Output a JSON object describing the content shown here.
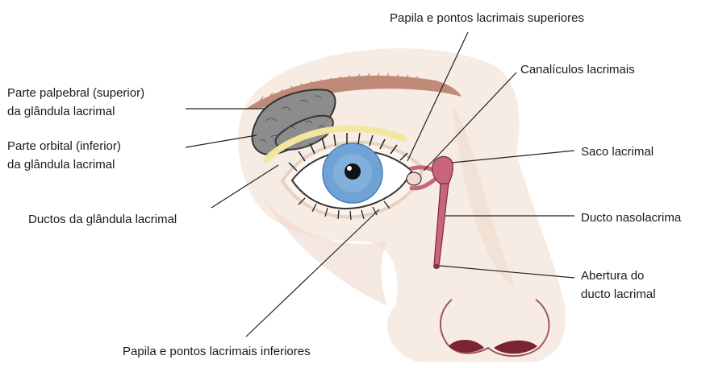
{
  "labels": {
    "papila_superior": "Papila e pontos lacrimais superiores",
    "canaliculos": "Canalículos lacrimais",
    "parte_palpebral_1": "Parte palpebral (superior)",
    "parte_palpebral_2": "da glândula lacrimal",
    "parte_orbital_1": "Parte orbital (inferior)",
    "parte_orbital_2": "da glândula lacrimal",
    "saco_lacrimal": "Saco lacrimal",
    "ductos_glandula": "Ductos da glândula lacrimal",
    "ducto_nasolacrimal": "Ducto nasolacrima",
    "abertura_1": "Abertura do",
    "abertura_2": "ducto lacrimal",
    "papila_inferior": "Papila e pontos lacrimais inferiores"
  },
  "colors": {
    "skin": "#f7ece3",
    "skin_shadow": "#eed9cb",
    "brow": "#c08a78",
    "gland": "#8c8c8c",
    "iris": "#6fa3d6",
    "pupil": "#111111",
    "duct": "#c7667a",
    "duct_dark": "#8e2c44",
    "gland_yellow": "#f3e7a0",
    "nostril": "#7a2430",
    "leader": "#222222"
  }
}
